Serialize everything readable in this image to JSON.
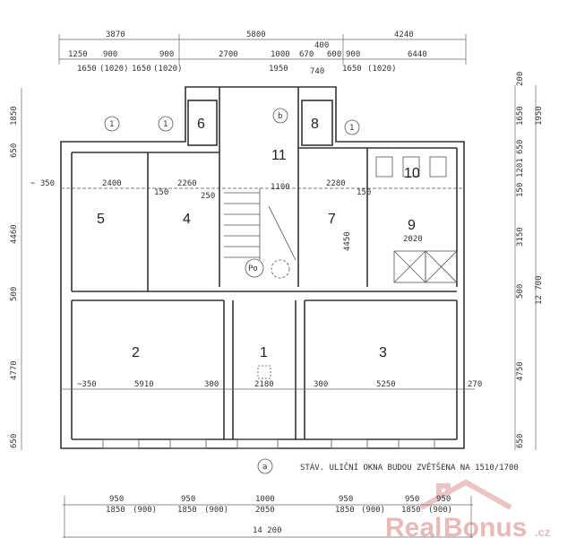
{
  "rooms": {
    "r1": "1",
    "r2": "2",
    "r3": "3",
    "r4": "4",
    "r5": "5",
    "r6": "6",
    "r7": "7",
    "r8": "8",
    "r9": "9",
    "r10": "10",
    "r11": "11"
  },
  "markers": {
    "a": "a",
    "b": "b",
    "window1": "1",
    "po": "Po"
  },
  "top_dims": {
    "overall": [
      "3870",
      "5800",
      "4240"
    ],
    "row2": [
      "1250",
      "900",
      "900",
      "2700",
      "1000",
      "670",
      "400",
      "600",
      "900",
      "6440"
    ],
    "row3": [
      "1650",
      "(1020)",
      "1650",
      "(1020)",
      "1950",
      "740",
      "1650",
      "(1020)"
    ]
  },
  "left_dims": [
    "1850",
    "650",
    "4460",
    "500",
    "4770",
    "650"
  ],
  "left_note": "~ 350",
  "right_dims": [
    "200",
    "1650",
    "650",
    "1201",
    "150",
    "3150",
    "500",
    "4750",
    "650"
  ],
  "right_totals": [
    "1950",
    "12 700"
  ],
  "inner_dims": {
    "upper": [
      "2400",
      "150",
      "2260",
      "250",
      "1100",
      "2280",
      "150",
      "2020"
    ],
    "vertical_7": "4450",
    "lower": [
      "~350",
      "5910",
      "300",
      "2180",
      "300",
      "5250",
      "270"
    ]
  },
  "note": "STÁV. ULIČNÍ OKNA BUDOU ZVĚTŠENA NA 1510/1700",
  "bottom_dims": {
    "row1": [
      "950",
      "950",
      "1000",
      "950",
      "950",
      "950"
    ],
    "row2": [
      "1850",
      "(900)",
      "1850",
      "(900)",
      "2050",
      "1850",
      "(900)",
      "1850",
      "(900)"
    ],
    "total": "14 200"
  },
  "watermark": {
    "brand_a": "Real",
    "brand_b": "Bonus",
    "tld": ".cz"
  }
}
